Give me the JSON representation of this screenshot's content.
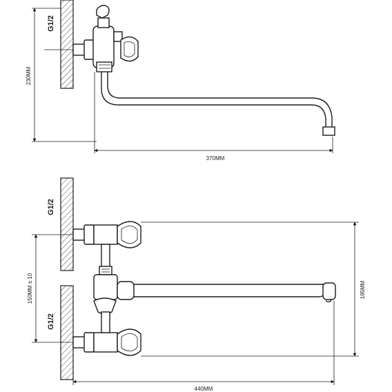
{
  "top_view": {
    "thread_label": "G1/2",
    "height_label": "230MM",
    "spout_length_label": "370MM"
  },
  "bottom_view": {
    "thread_label_top": "G1/2",
    "thread_label_bottom": "G1/2",
    "center_distance_label": "150MM ± 10",
    "height_label": "195MM",
    "total_length_label": "440MM"
  }
}
